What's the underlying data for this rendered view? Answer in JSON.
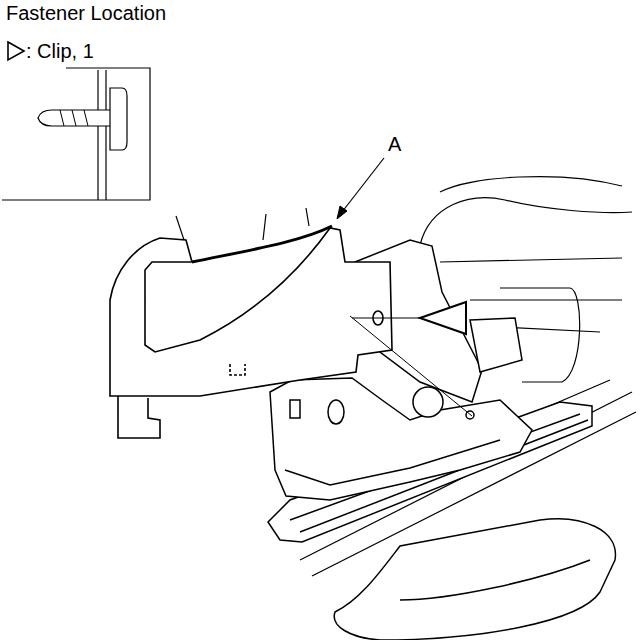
{
  "diagram": {
    "title": "Fastener Location",
    "labels": [
      "A"
    ],
    "legend": [
      {
        "text": ": Clip, 1"
      }
    ]
  }
}
